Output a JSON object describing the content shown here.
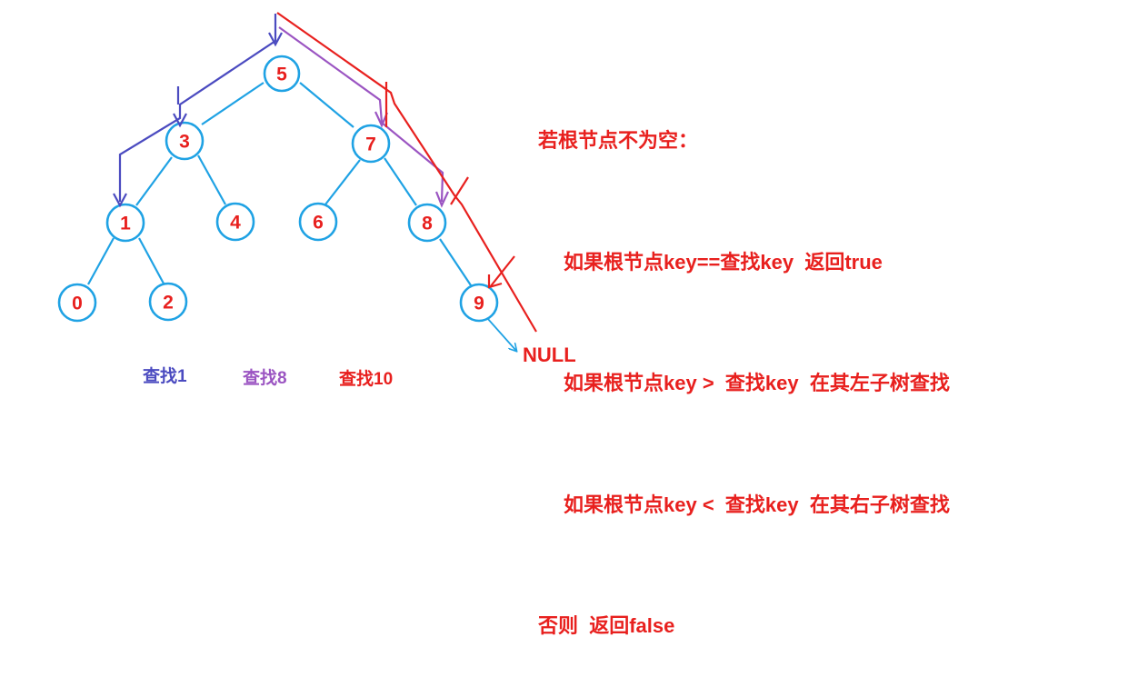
{
  "colors": {
    "node_stroke": "#1fa2e4",
    "node_text": "#e8201e",
    "path_search1": "#4b4bc0",
    "path_search8": "#9b55c2",
    "path_search10": "#e8201e",
    "null_arrow": "#1fa2e4"
  },
  "tree": {
    "nodes": [
      "5",
      "3",
      "7",
      "1",
      "4",
      "6",
      "8",
      "0",
      "2",
      "9"
    ],
    "null_label": "NULL"
  },
  "legend": {
    "search1": "查找1",
    "search8": "查找8",
    "search10": "查找10"
  },
  "rules": {
    "line1": "若根节点不为空：",
    "line2": "如果根节点key==查找key  返回true",
    "line3": "如果根节点key >  查找key  在其左子树查找",
    "line4": "如果根节点key <  查找key  在其右子树查找",
    "line5": "否则  返回false"
  }
}
